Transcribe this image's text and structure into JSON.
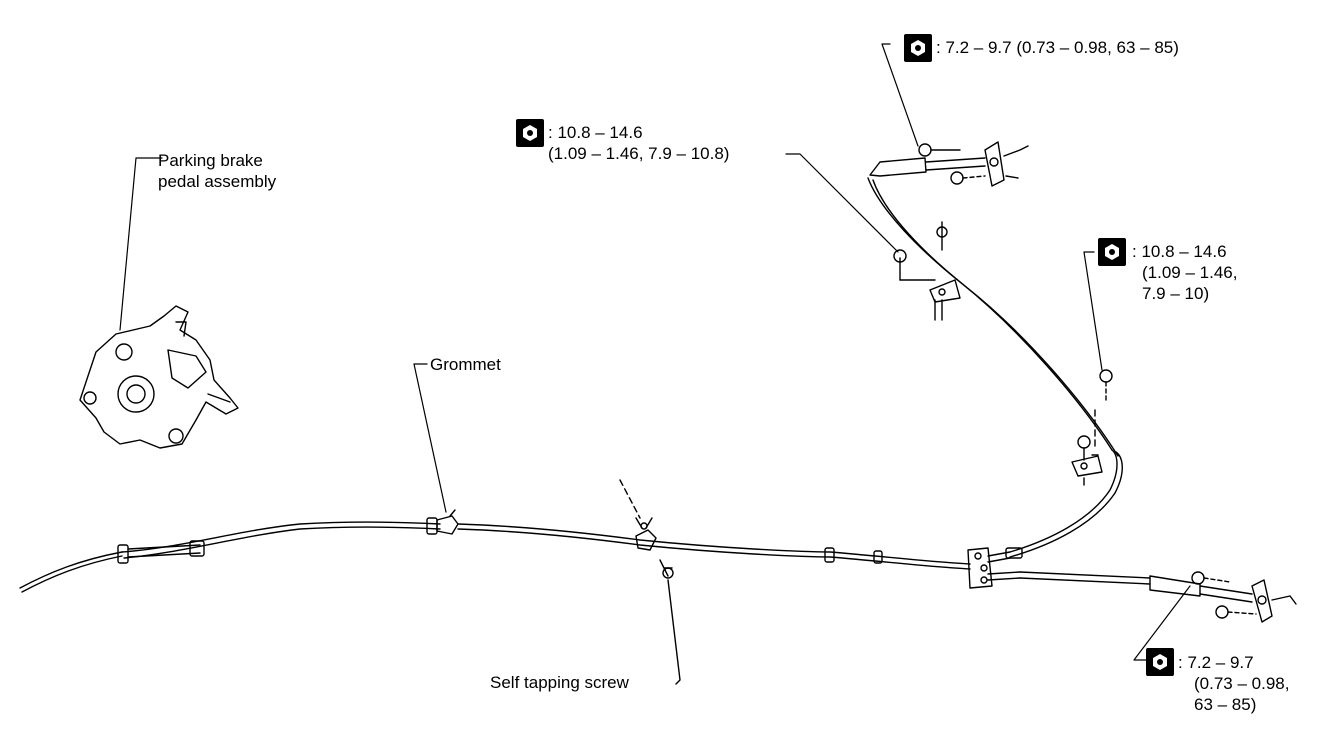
{
  "labels": {
    "pedal_line1": "Parking brake",
    "pedal_line2": "pedal assembly",
    "grommet": "Grommet",
    "self_tapping_screw": "Self tapping screw"
  },
  "torque": {
    "top_right": ": 7.2 – 9.7 (0.73 – 0.98, 63 – 85)",
    "upper_mid_line1": ": 10.8 – 14.6",
    "upper_mid_line2": "(1.09 – 1.46, 7.9 – 10.8)",
    "right_mid_line1": ": 10.8 – 14.6",
    "right_mid_line2": "(1.09 – 1.46,",
    "right_mid_line3": "7.9 – 10)",
    "bottom_right_line1": ": 7.2 – 9.7",
    "bottom_right_line2": "(0.73 – 0.98,",
    "bottom_right_line3": "63 – 85)"
  },
  "icons": {
    "torque_icon": "torque-wrench-icon"
  }
}
